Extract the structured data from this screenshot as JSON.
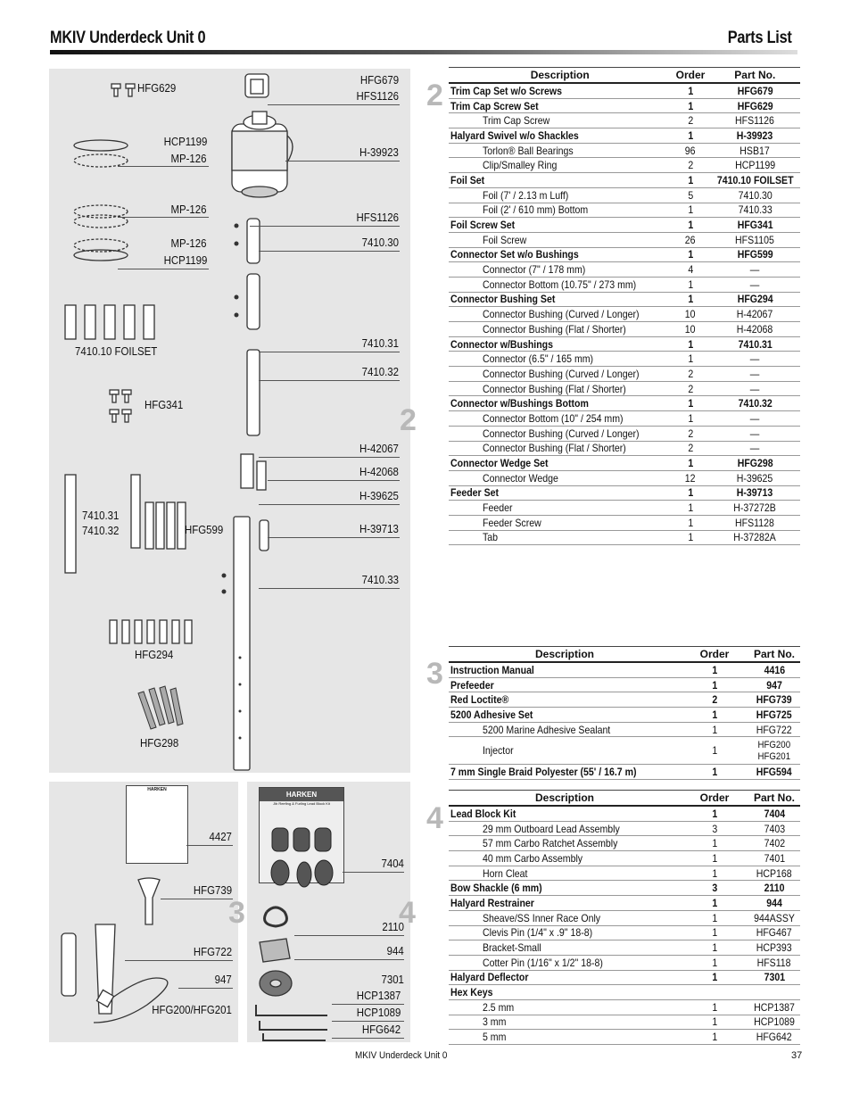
{
  "header": {
    "title": "MKIV Underdeck Unit 0",
    "right_title": "Parts List"
  },
  "figure_labels": {
    "HFG629": "HFG629",
    "HFG679": "HFG679",
    "HFS1126_a": "HFS1126",
    "HCP1199_a": "HCP1199",
    "MP126_a": "MP-126",
    "H39923": "H-39923",
    "MP126_b": "MP-126",
    "HFS1126_b": "HFS1126",
    "MP126_c": "MP-126",
    "HCP1199_b": "HCP1199",
    "7410_30": "7410.30",
    "foilset": "7410.10 FOILSET",
    "7410_31_a": "7410.31",
    "7410_32_a": "7410.32",
    "HFG341": "HFG341",
    "H42067": "H-42067",
    "H42068": "H-42068",
    "H39625": "H-39625",
    "7410_31_b": "7410.31",
    "7410_32_b": "7410.32",
    "HFG599": "HFG599",
    "H39713": "H-39713",
    "7410_33": "7410.33",
    "HFG294": "HFG294",
    "HFG298": "HFG298",
    "n4427": "4427",
    "HFG739": "HFG739",
    "HFG722": "HFG722",
    "n947": "947",
    "HFG200_201": "HFG200/HFG201",
    "n7404": "7404",
    "n2110": "2110",
    "n944": "944",
    "n7301": "7301",
    "HCP1387": "HCP1387",
    "HCP1089": "HCP1089",
    "HFG642": "HFG642",
    "manual_brand": "HARKEN",
    "box_brand": "HARKEN",
    "box_title": "Jib Reefing & Furling Lead Block Kit"
  },
  "section_numbers": {
    "s2_table": "2",
    "s2_fig": "2",
    "s3_table": "3",
    "s3_fig": "3",
    "s4_table": "4",
    "s4_fig": "4"
  },
  "table_headers": {
    "description": "Description",
    "order": "Order",
    "part_no": "Part No."
  },
  "table2": [
    {
      "d": "Trim Cap Set w/o Screws",
      "o": "1",
      "p": "HFG679",
      "b": true
    },
    {
      "d": "Trim Cap Screw Set",
      "o": "1",
      "p": "HFG629",
      "b": true
    },
    {
      "d": "Trim Cap Screw",
      "o": "2",
      "p": "HFS1126",
      "b": false
    },
    {
      "d": "Halyard Swivel w/o Shackles",
      "o": "1",
      "p": "H-39923",
      "b": true
    },
    {
      "d": "Torlon® Ball Bearings",
      "o": "96",
      "p": "HSB17",
      "b": false
    },
    {
      "d": "Clip/Smalley Ring",
      "o": "2",
      "p": "HCP1199",
      "b": false
    },
    {
      "d": "Foil Set",
      "o": "1",
      "p": "7410.10 FOILSET",
      "b": true
    },
    {
      "d": "Foil (7' / 2.13 m Luff)",
      "o": "5",
      "p": "7410.30",
      "b": false
    },
    {
      "d": "Foil (2' / 610 mm) Bottom",
      "o": "1",
      "p": "7410.33",
      "b": false
    },
    {
      "d": "Foil Screw Set",
      "o": "1",
      "p": "HFG341",
      "b": true
    },
    {
      "d": "Foil Screw",
      "o": "26",
      "p": "HFS1105",
      "b": false
    },
    {
      "d": "Connector Set w/o Bushings",
      "o": "1",
      "p": "HFG599",
      "b": true
    },
    {
      "d": "Connector (7\" / 178 mm)",
      "o": "4",
      "p": "—",
      "b": false
    },
    {
      "d": "Connector Bottom (10.75\" / 273 mm)",
      "o": "1",
      "p": "—",
      "b": false
    },
    {
      "d": "Connector Bushing Set",
      "o": "1",
      "p": "HFG294",
      "b": true
    },
    {
      "d": "Connector Bushing (Curved / Longer)",
      "o": "10",
      "p": "H-42067",
      "b": false
    },
    {
      "d": "Connector Bushing (Flat / Shorter)",
      "o": "10",
      "p": "H-42068",
      "b": false
    },
    {
      "d": "Connector w/Bushings",
      "o": "1",
      "p": "7410.31",
      "b": true
    },
    {
      "d": "Connector (6.5\" / 165 mm)",
      "o": "1",
      "p": "—",
      "b": false
    },
    {
      "d": "Connector Bushing (Curved / Longer)",
      "o": "2",
      "p": "—",
      "b": false
    },
    {
      "d": "Connector Bushing (Flat / Shorter)",
      "o": "2",
      "p": "—",
      "b": false
    },
    {
      "d": "Connector w/Bushings Bottom",
      "o": "1",
      "p": "7410.32",
      "b": true
    },
    {
      "d": "Connector Bottom (10\" / 254 mm)",
      "o": "1",
      "p": "—",
      "b": false
    },
    {
      "d": "Connector Bushing (Curved / Longer)",
      "o": "2",
      "p": "—",
      "b": false
    },
    {
      "d": "Connector Bushing (Flat / Shorter)",
      "o": "2",
      "p": "—",
      "b": false
    },
    {
      "d": "Connector Wedge Set",
      "o": "1",
      "p": "HFG298",
      "b": true
    },
    {
      "d": "Connector Wedge",
      "o": "12",
      "p": "H-39625",
      "b": false
    },
    {
      "d": "Feeder Set",
      "o": "1",
      "p": "H-39713",
      "b": true
    },
    {
      "d": "Feeder",
      "o": "1",
      "p": "H-37272B",
      "b": false
    },
    {
      "d": "Feeder Screw",
      "o": "1",
      "p": "HFS1128",
      "b": false
    },
    {
      "d": "Tab",
      "o": "1",
      "p": "H-37282A",
      "b": false
    }
  ],
  "table3": [
    {
      "d": "Instruction Manual",
      "o": "1",
      "p": "4416",
      "b": true
    },
    {
      "d": "Prefeeder",
      "o": "1",
      "p": "947",
      "b": true
    },
    {
      "d": "Red Loctite®",
      "o": "2",
      "p": "HFG739",
      "b": true
    },
    {
      "d": "5200 Adhesive Set",
      "o": "1",
      "p": "HFG725",
      "b": true
    },
    {
      "d": "5200 Marine Adhesive Sealant",
      "o": "1",
      "p": "HFG722",
      "b": false
    },
    {
      "d": "Injector",
      "o": "1",
      "p": "HFG200",
      "p2": "HFG201",
      "b": false
    },
    {
      "d": "7 mm Single Braid Polyester (55' / 16.7 m)",
      "o": "1",
      "p": "HFG594",
      "b": true
    }
  ],
  "table4": [
    {
      "d": "Lead Block Kit",
      "o": "1",
      "p": "7404",
      "b": true
    },
    {
      "d": "29 mm Outboard Lead Assembly",
      "o": "3",
      "p": "7403",
      "b": false
    },
    {
      "d": "57 mm Carbo Ratchet Assembly",
      "o": "1",
      "p": "7402",
      "b": false
    },
    {
      "d": "40 mm Carbo Assembly",
      "o": "1",
      "p": "7401",
      "b": false
    },
    {
      "d": "Horn Cleat",
      "o": "1",
      "p": "HCP168",
      "b": false
    },
    {
      "d": "Bow Shackle (6 mm)",
      "o": "3",
      "p": "2110",
      "b": true
    },
    {
      "d": "Halyard Restrainer",
      "o": "1",
      "p": "944",
      "b": true
    },
    {
      "d": "Sheave/SS Inner Race Only",
      "o": "1",
      "p": "944ASSY",
      "b": false
    },
    {
      "d": "Clevis Pin (1/4\" x .9\" 18-8)",
      "o": "1",
      "p": "HFG467",
      "b": false
    },
    {
      "d": "Bracket-Small",
      "o": "1",
      "p": "HCP393",
      "b": false
    },
    {
      "d": "Cotter Pin (1/16\" x 1/2\" 18-8)",
      "o": "1",
      "p": "HFS118",
      "b": false
    },
    {
      "d": "Halyard Deflector",
      "o": "1",
      "p": "7301",
      "b": true
    },
    {
      "d": "Hex Keys",
      "o": "",
      "p": "",
      "b": true
    },
    {
      "d": "2.5 mm",
      "o": "1",
      "p": "HCP1387",
      "b": false
    },
    {
      "d": "3 mm",
      "o": "1",
      "p": "HCP1089",
      "b": false
    },
    {
      "d": "5 mm",
      "o": "1",
      "p": "HFG642",
      "b": false
    }
  ],
  "footer": {
    "center": "MKIV Underdeck Unit 0",
    "page": "37"
  },
  "colors": {
    "panel": "#e6e6e6",
    "section_number": "#b8b8b8"
  }
}
